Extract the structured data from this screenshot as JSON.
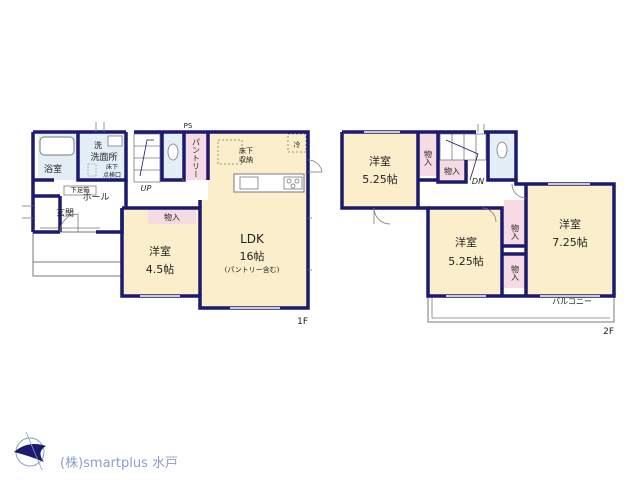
{
  "floors": {
    "first_label": "1F",
    "second_label": "2F"
  },
  "rooms_1f": {
    "bath": "浴室",
    "wash_1": "洗",
    "wash_2": "洗面所",
    "underfloor_1": "床下",
    "underfloor_2": "点検口",
    "ps": "PS",
    "pantry": "パントリー",
    "underfloor_storage_1": "床下",
    "underfloor_storage_2": "収納",
    "fridge": "冷",
    "shoe_storage": "下足箱",
    "hall": "ホール",
    "up": "UP",
    "entrance": "玄関",
    "storage": "物入",
    "western_name": "洋室",
    "western_size": "4.5帖",
    "ldk_name": "LDK",
    "ldk_size": "16帖",
    "ldk_note": "(パントリー含む)"
  },
  "rooms_2f": {
    "room1_name": "洋室",
    "room1_size": "5.25帖",
    "storage_a": "物入",
    "storage_b": "物入",
    "dn": "DN",
    "room2_name": "洋室",
    "room2_size": "5.25帖",
    "storage_c": "物入",
    "storage_d": "物入",
    "room3_name": "洋室",
    "room3_size": "7.25帖",
    "balcony": "バルコニー"
  },
  "footer": {
    "company": "(株)smartplus 水戸",
    "logo_icon": "bird-logo-icon"
  },
  "colors": {
    "wall": "#1c1a6e",
    "room_fill": "#fbeecb",
    "pink_fill": "#f7dbe4",
    "wet_fill": "#e4eef7",
    "line": "#7a7a7a",
    "text": "#222222"
  }
}
